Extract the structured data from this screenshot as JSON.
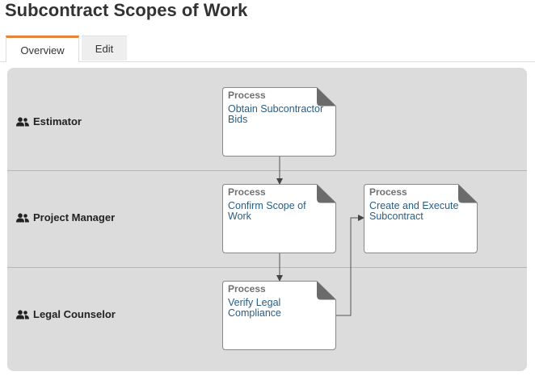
{
  "page": {
    "title": "Subcontract Scopes of Work"
  },
  "tabs": [
    {
      "label": "Overview",
      "active": true
    },
    {
      "label": "Edit",
      "active": false
    }
  ],
  "lanes": [
    {
      "label": "Estimator",
      "icon": "users-icon"
    },
    {
      "label": "Project Manager",
      "icon": "users-icon"
    },
    {
      "label": "Legal Counselor",
      "icon": "users-icon"
    }
  ],
  "processes": [
    {
      "kind": "Process",
      "name": "Obtain Subcontractor Bids"
    },
    {
      "kind": "Process",
      "name": "Confirm Scope of Work"
    },
    {
      "kind": "Process",
      "name": "Create and Execute Subcontract"
    },
    {
      "kind": "Process",
      "name": "Verify Legal Compliance"
    }
  ],
  "colors": {
    "accent": "#e8833a",
    "link": "#2a5d84",
    "lane_bg": "#dcdcdc",
    "card_fold": "#6b6b6b"
  }
}
